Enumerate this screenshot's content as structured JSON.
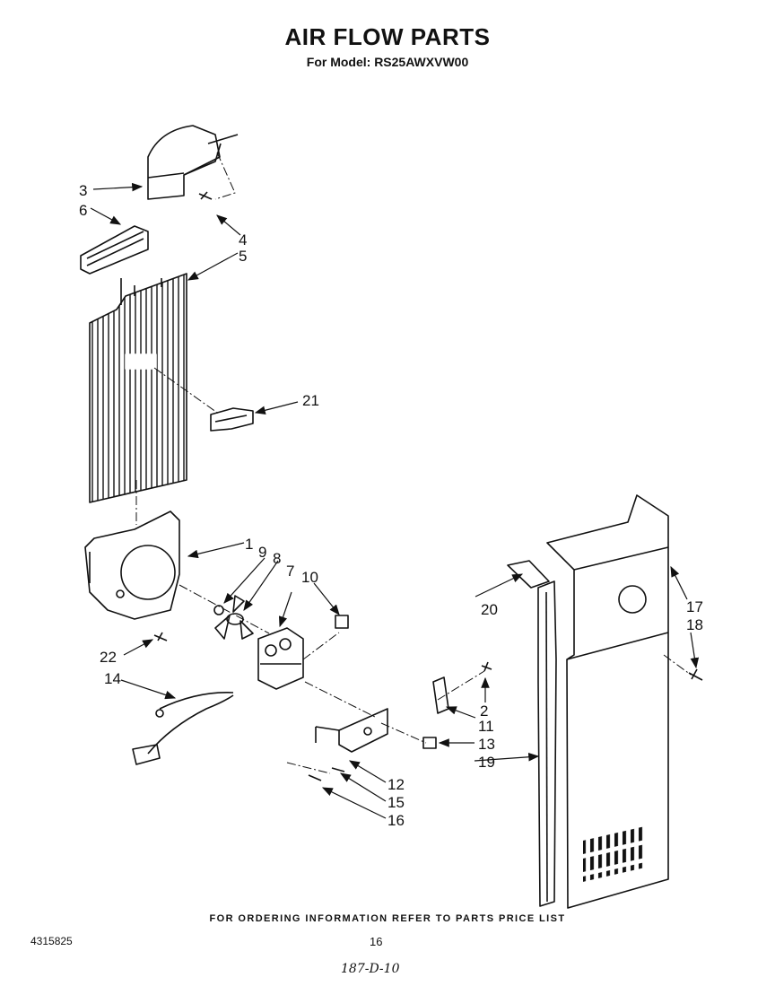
{
  "header": {
    "title": "AIR FLOW PARTS",
    "model_line": "For Model: RS25AWXVW00"
  },
  "callouts": [
    "1",
    "2",
    "3",
    "4",
    "5",
    "6",
    "7",
    "8",
    "9",
    "10",
    "11",
    "12",
    "13",
    "14",
    "15",
    "16",
    "17",
    "18",
    "19",
    "20",
    "21",
    "22"
  ],
  "footer": {
    "ordering_note": "FOR ORDERING INFORMATION REFER TO PARTS PRICE LIST",
    "document_number": "4315825",
    "page_number": "16",
    "handwritten_note": "187-D-10"
  }
}
